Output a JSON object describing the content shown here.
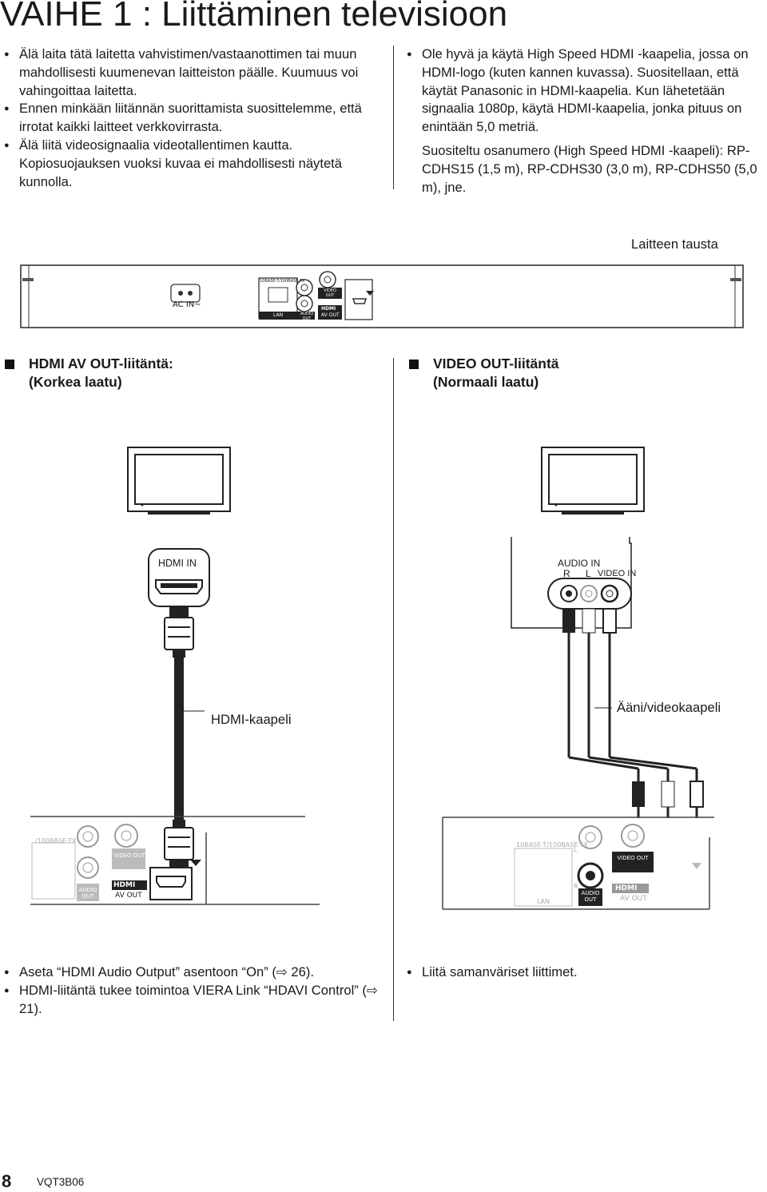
{
  "page": {
    "title": "VAIHE 1 : Liittäminen televisioon",
    "page_number": "8",
    "doc_code": "VQT3B06"
  },
  "intro_left": [
    "Älä laita tätä laitetta vahvistimen/vastaanottimen tai muun mahdollisesti kuumenevan laitteiston päälle. Kuumuus voi vahingoittaa laitetta.",
    "Ennen minkään liitännän suorittamista suosittelemme, että irrotat kaikki laitteet verkkovirrasta.",
    "Älä liitä videosignaalia videotallentimen kautta. Kopiosuojauksen vuoksi kuvaa ei mahdollisesti näytetä kunnolla."
  ],
  "intro_right": {
    "bullet": "Ole hyvä ja käytä High Speed HDMI -kaapelia, jossa on HDMI-logo (kuten kannen kuvassa). Suositellaan, että käytät Panasonic in HDMI-kaapelia. Kun lähetetään signaalia 1080p, käytä HDMI-kaapelia, jonka pituus on enintään 5,0 metriä.",
    "recommendation": "Suositeltu osanumero (High Speed HDMI -kaapeli): RP-CDHS15 (1,5 m), RP-CDHS30 (3,0 m), RP-CDHS50 (5,0 m), jne."
  },
  "rear_panel": {
    "caption": "Laitteen tausta",
    "ac_in": "AC IN~",
    "lan_top": "10BASE-T/100BASE-TX",
    "lan": "LAN",
    "audio_out": "AUDIO OUT",
    "video_out": "VIDEO OUT",
    "hdmi_logo": "HDMI",
    "av_out": "AV OUT",
    "audio_l": "L",
    "audio_r": "R"
  },
  "section_hdmi": {
    "title_line1": "HDMI AV OUT-liitäntä:",
    "title_line2": "(Korkea laatu)",
    "tv_port": "HDMI IN",
    "cable_label": "HDMI-kaapeli",
    "lan_top": "/100BASE-TX",
    "notes": [
      "Aseta “HDMI Audio Output” asentoon “On” (⇨ 26).",
      "HDMI-liitäntä tukee toimintoa VIERA Link “HDAVI Control” (⇨ 21)."
    ]
  },
  "section_video": {
    "title_line1": "VIDEO OUT-liitäntä",
    "title_line2": "(Normaali laatu)",
    "tv_audio_in": "AUDIO IN",
    "tv_r": "R",
    "tv_l": "L",
    "tv_video_in": "VIDEO IN",
    "cable_label": "Ääni/videokaapeli",
    "lan_top": "10BASE-T/100BASE-TX",
    "notes": [
      "Liitä samanväriset liittimet."
    ]
  },
  "colors": {
    "text": "#1a1a1a",
    "line": "#333333",
    "cable": "#111111"
  }
}
